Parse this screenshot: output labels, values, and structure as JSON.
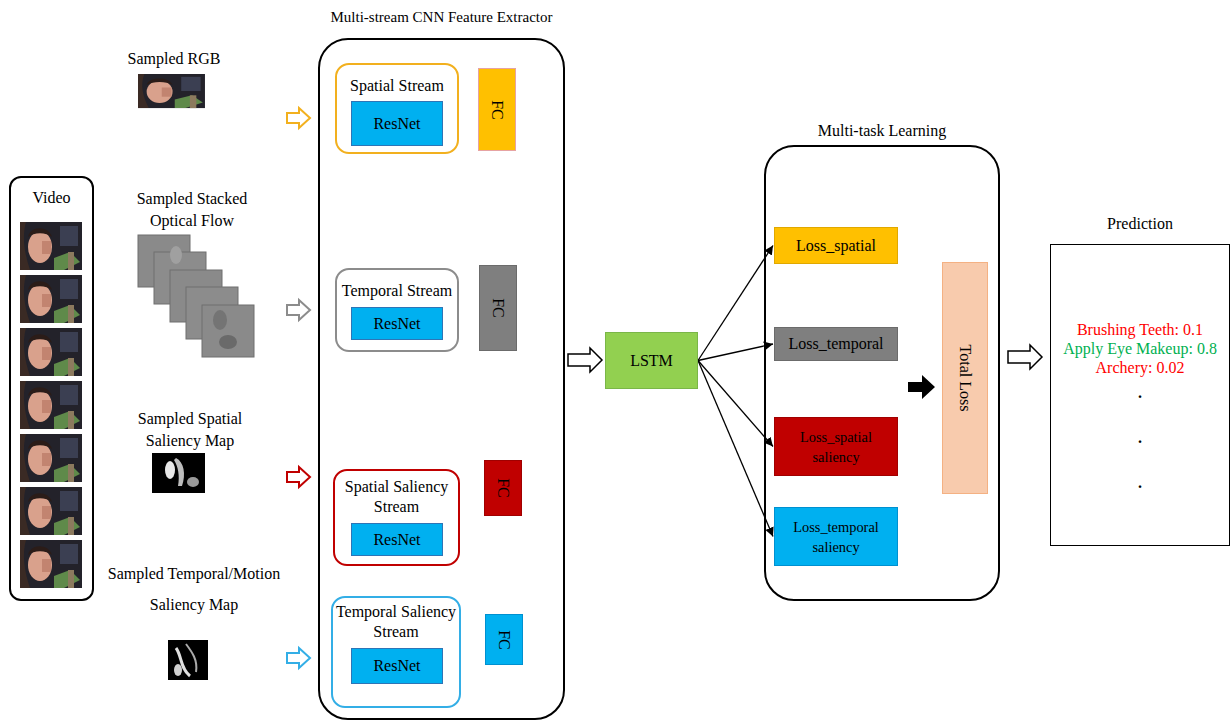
{
  "diagram": {
    "nodes": [
      {
        "text": [
          "Video"
        ]
      },
      {
        "text": [
          "Multi-stream CNN Feature Extractor"
        ]
      },
      {
        "text": [
          "Spatial Stream"
        ],
        "in": 1
      },
      {
        "text": [
          "ResNet"
        ],
        "in": 2
      },
      {
        "text": [
          "FC"
        ],
        "in": 1
      },
      {
        "text": [
          "Temporal Stream"
        ],
        "in": 1
      },
      {
        "text": [
          "ResNet"
        ],
        "in": 5
      },
      {
        "text": [
          "FC"
        ],
        "in": 1
      },
      {
        "text": [
          "Spatial Saliency Stream"
        ],
        "in": 1
      },
      {
        "text": [
          "ResNet"
        ],
        "in": 8
      },
      {
        "text": [
          "FC"
        ],
        "in": 1
      },
      {
        "text": [
          "Temporal Saliency Stream"
        ],
        "in": 1
      },
      {
        "text": [
          "ResNet"
        ],
        "in": 11
      },
      {
        "text": [
          "FC"
        ],
        "in": 1
      },
      {
        "text": [
          "LSTM"
        ]
      },
      {
        "text": [
          "Multi-task Learning"
        ]
      },
      {
        "text": [
          "Loss_spatial"
        ],
        "in": 15
      },
      {
        "text": [
          "Loss_temporal"
        ],
        "in": 15
      },
      {
        "text": [
          "Loss_spatial saliency"
        ],
        "in": 15
      },
      {
        "text": [
          "Loss_temporal saliency"
        ],
        "in": 15
      },
      {
        "text": [
          "Total Loss"
        ],
        "in": 15
      },
      {
        "text": [
          "Prediction",
          "Brushing Teeth: 0.1",
          "Apply Eye Makeup: 0.8",
          "Archery: 0.02",
          ".",
          ".",
          "."
        ]
      }
    ],
    "edges": [
      {
        "from": 1,
        "to": 14,
        "arrow": "to"
      },
      {
        "from": 14,
        "to": 16,
        "arrow": "to"
      },
      {
        "from": 14,
        "to": 17,
        "arrow": "to"
      },
      {
        "from": 14,
        "to": 18,
        "arrow": "to"
      },
      {
        "from": 14,
        "to": 19,
        "arrow": "to"
      },
      {
        "from": 15,
        "to": 21,
        "arrow": "to"
      }
    ],
    "labels": [
      "Sampled RGB",
      "Sampled Stacked Optical Flow",
      "Sampled Spatial Saliency Map",
      "Sampled Temporal/Motion Saliency Map"
    ]
  }
}
